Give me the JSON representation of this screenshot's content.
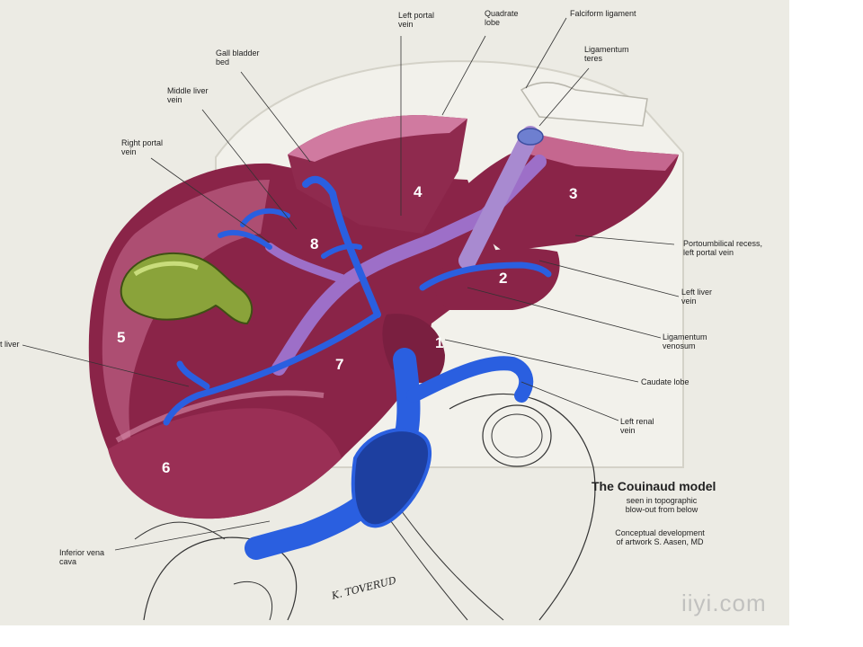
{
  "labels": {
    "left_portal_vein": "Left portal\nvein",
    "quadrate_lobe": "Quadrate\nlobe",
    "falciform_ligament": "Falciform ligament",
    "ligamentum_teres": "Ligamentum\nteres",
    "gall_bladder_bed": "Gall bladder\nbed",
    "middle_liver_vein": "Middle liver\nvein",
    "right_portal_vein": "Right portal\nvein",
    "right_liver_vein": "t liver",
    "portoumbilical_recess": "Portoumbilical recess,\nleft portal vein",
    "left_liver_vein": "Left liver\nvein",
    "ligamentum_venosum": "Ligamentum\nvenosum",
    "caudate_lobe": "Caudate lobe",
    "left_renal_vein": "Left renal\nvein",
    "inferior_vena_cava": "Inferior vena\ncava"
  },
  "segments": [
    "1",
    "2",
    "3",
    "4",
    "5",
    "6",
    "7",
    "8"
  ],
  "title": "The Couinaud model",
  "subtitle": "seen in topographic\nblow-out from below",
  "credit": "Conceptual development\nof artwork S. Aasen, MD",
  "signature": "K. TOVERUD",
  "watermark": "iiyi.com",
  "colors": {
    "plate": "#ecebe4",
    "liver": "#8a2448",
    "liver_light": "#c06a8a",
    "vein_blue": "#2a5fe0",
    "portal_purple": "#9d6fc8",
    "gallbladder": "#8aa33a"
  }
}
